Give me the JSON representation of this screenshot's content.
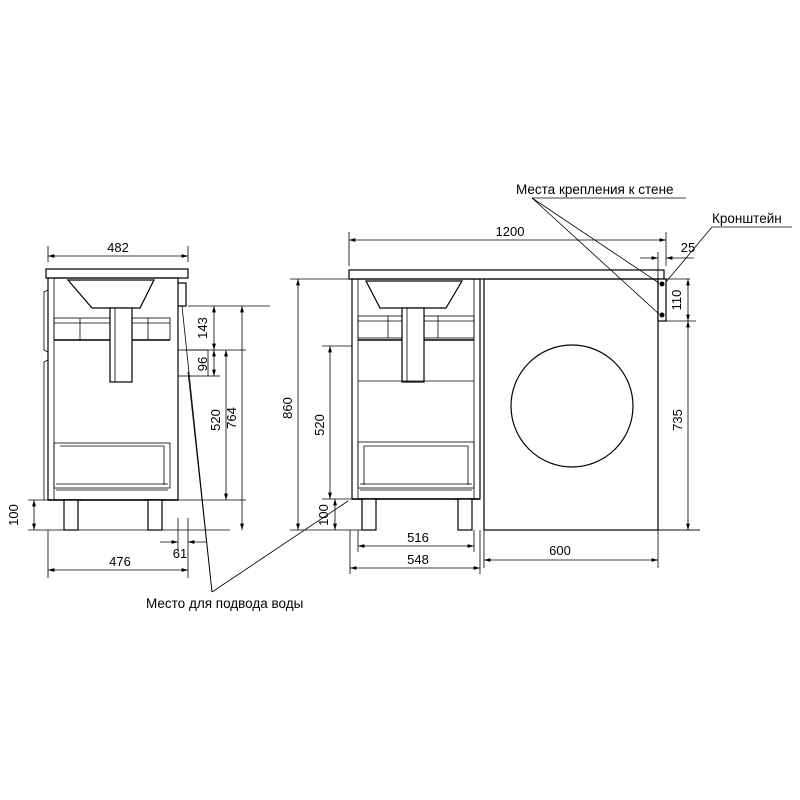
{
  "labels": {
    "wall_mount": "Места крепления к стене",
    "bracket": "Кронштейн",
    "water_supply": "Место для подвода воды"
  },
  "dimensions": {
    "side_top_width": "482",
    "side_143": "143",
    "side_96": "96",
    "side_520": "520",
    "side_764": "764",
    "side_100": "100",
    "side_61": "61",
    "side_476": "476",
    "front_860": "860",
    "front_520": "520",
    "front_100": "100",
    "front_1200": "1200",
    "front_25": "25",
    "front_110": "110",
    "front_735": "735",
    "front_516": "516",
    "front_548": "548",
    "front_600": "600"
  },
  "colors": {
    "line": "#000000",
    "background": "#ffffff"
  }
}
